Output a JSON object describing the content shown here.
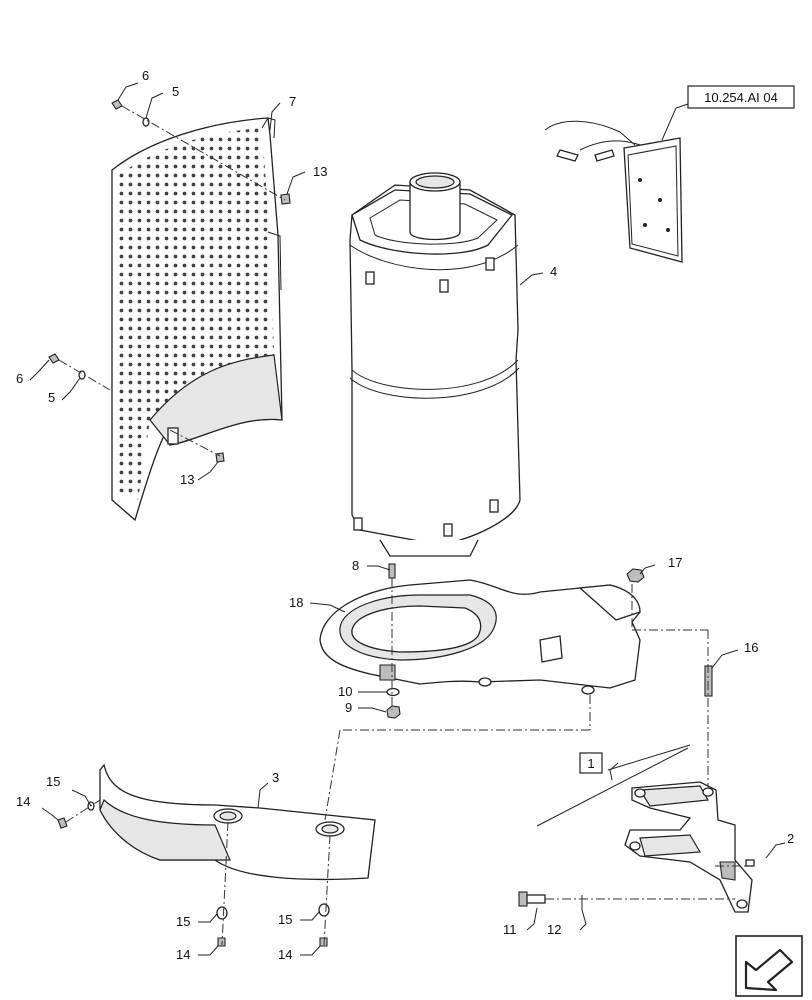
{
  "diagram": {
    "reference_box": "10.254.AI 04",
    "assembly_box": "1",
    "callouts": {
      "c6a": "6",
      "c5a": "5",
      "c7": "7",
      "c13a": "13",
      "c6b": "6",
      "c5b": "5",
      "c13b": "13",
      "c4": "4",
      "c8": "8",
      "c17": "17",
      "c18": "18",
      "c16": "16",
      "c10": "10",
      "c9": "9",
      "c3": "3",
      "c15a": "15",
      "c14a": "14",
      "c15b": "15",
      "c14b": "14",
      "c15c": "15",
      "c14c": "14",
      "c2": "2",
      "c11": "11",
      "c12": "12"
    },
    "icons": {
      "navigation": "next-page-arrow-icon"
    }
  }
}
